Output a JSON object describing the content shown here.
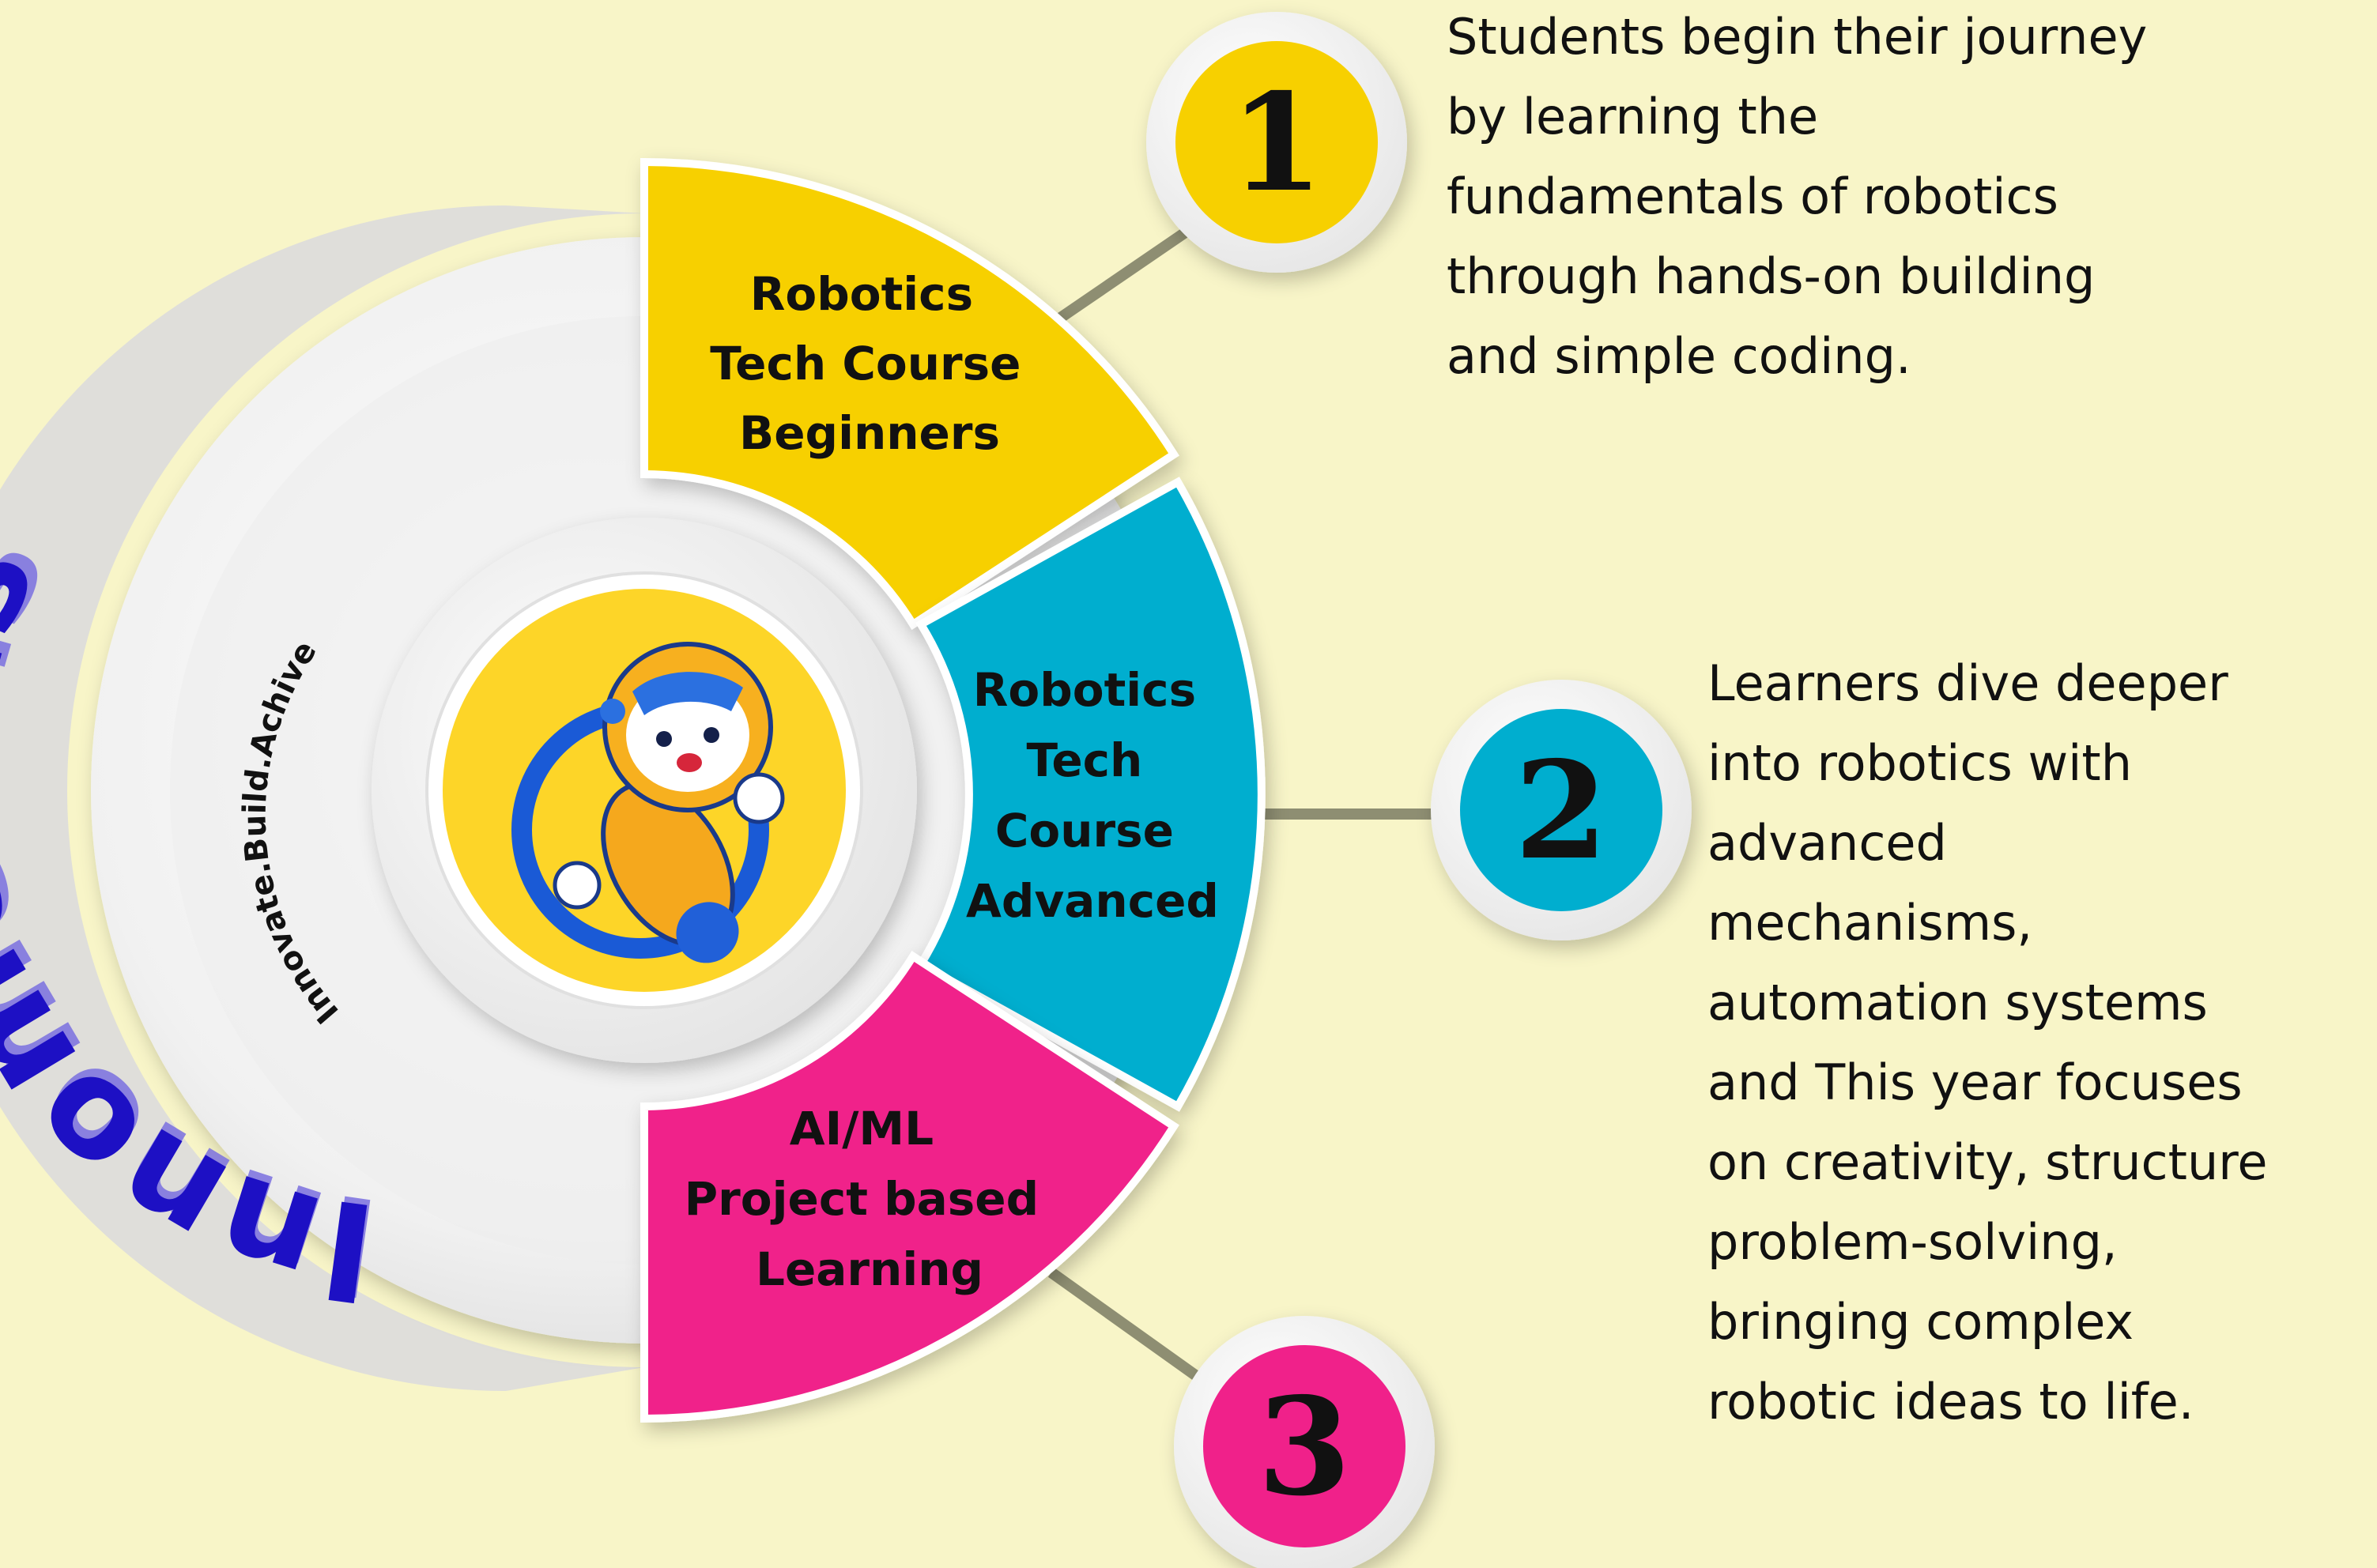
{
  "brand": {
    "name": "Innomentis",
    "tagline": "Innovate.Build.Achive",
    "mascot_icon": "robot-mascot-icon"
  },
  "colors": {
    "background": "#f8f5c8",
    "yellow": "#f7d000",
    "cyan": "#00aecf",
    "magenta": "#f0218a",
    "brand_blue": "#1d10c4",
    "connector": "#8e8e72"
  },
  "segments": [
    {
      "lines": [
        "Robotics",
        "Tech Course",
        "Beginners"
      ],
      "color": "#f7d000"
    },
    {
      "lines": [
        "Robotics",
        "Tech",
        "Course",
        "Advanced"
      ],
      "color": "#00aecf"
    },
    {
      "lines": [
        "AI/ML",
        "Project based",
        "Learning"
      ],
      "color": "#f0218a"
    }
  ],
  "steps": [
    {
      "number": "1",
      "color": "#f7d000"
    },
    {
      "number": "2",
      "color": "#00aecf"
    },
    {
      "number": "3",
      "color": "#f0218a"
    }
  ],
  "descriptions": [
    {
      "lines": [
        "Students begin their journey",
        "by learning the",
        "fundamentals of robotics",
        "through hands-on building",
        "and simple coding."
      ]
    },
    {
      "lines": [
        "Learners dive deeper",
        "into robotics with",
        "advanced",
        "mechanisms,",
        "automation systems",
        "and This year focuses",
        "on creativity, structure",
        "problem-solving,",
        "bringing complex",
        "robotic ideas to life."
      ]
    }
  ]
}
